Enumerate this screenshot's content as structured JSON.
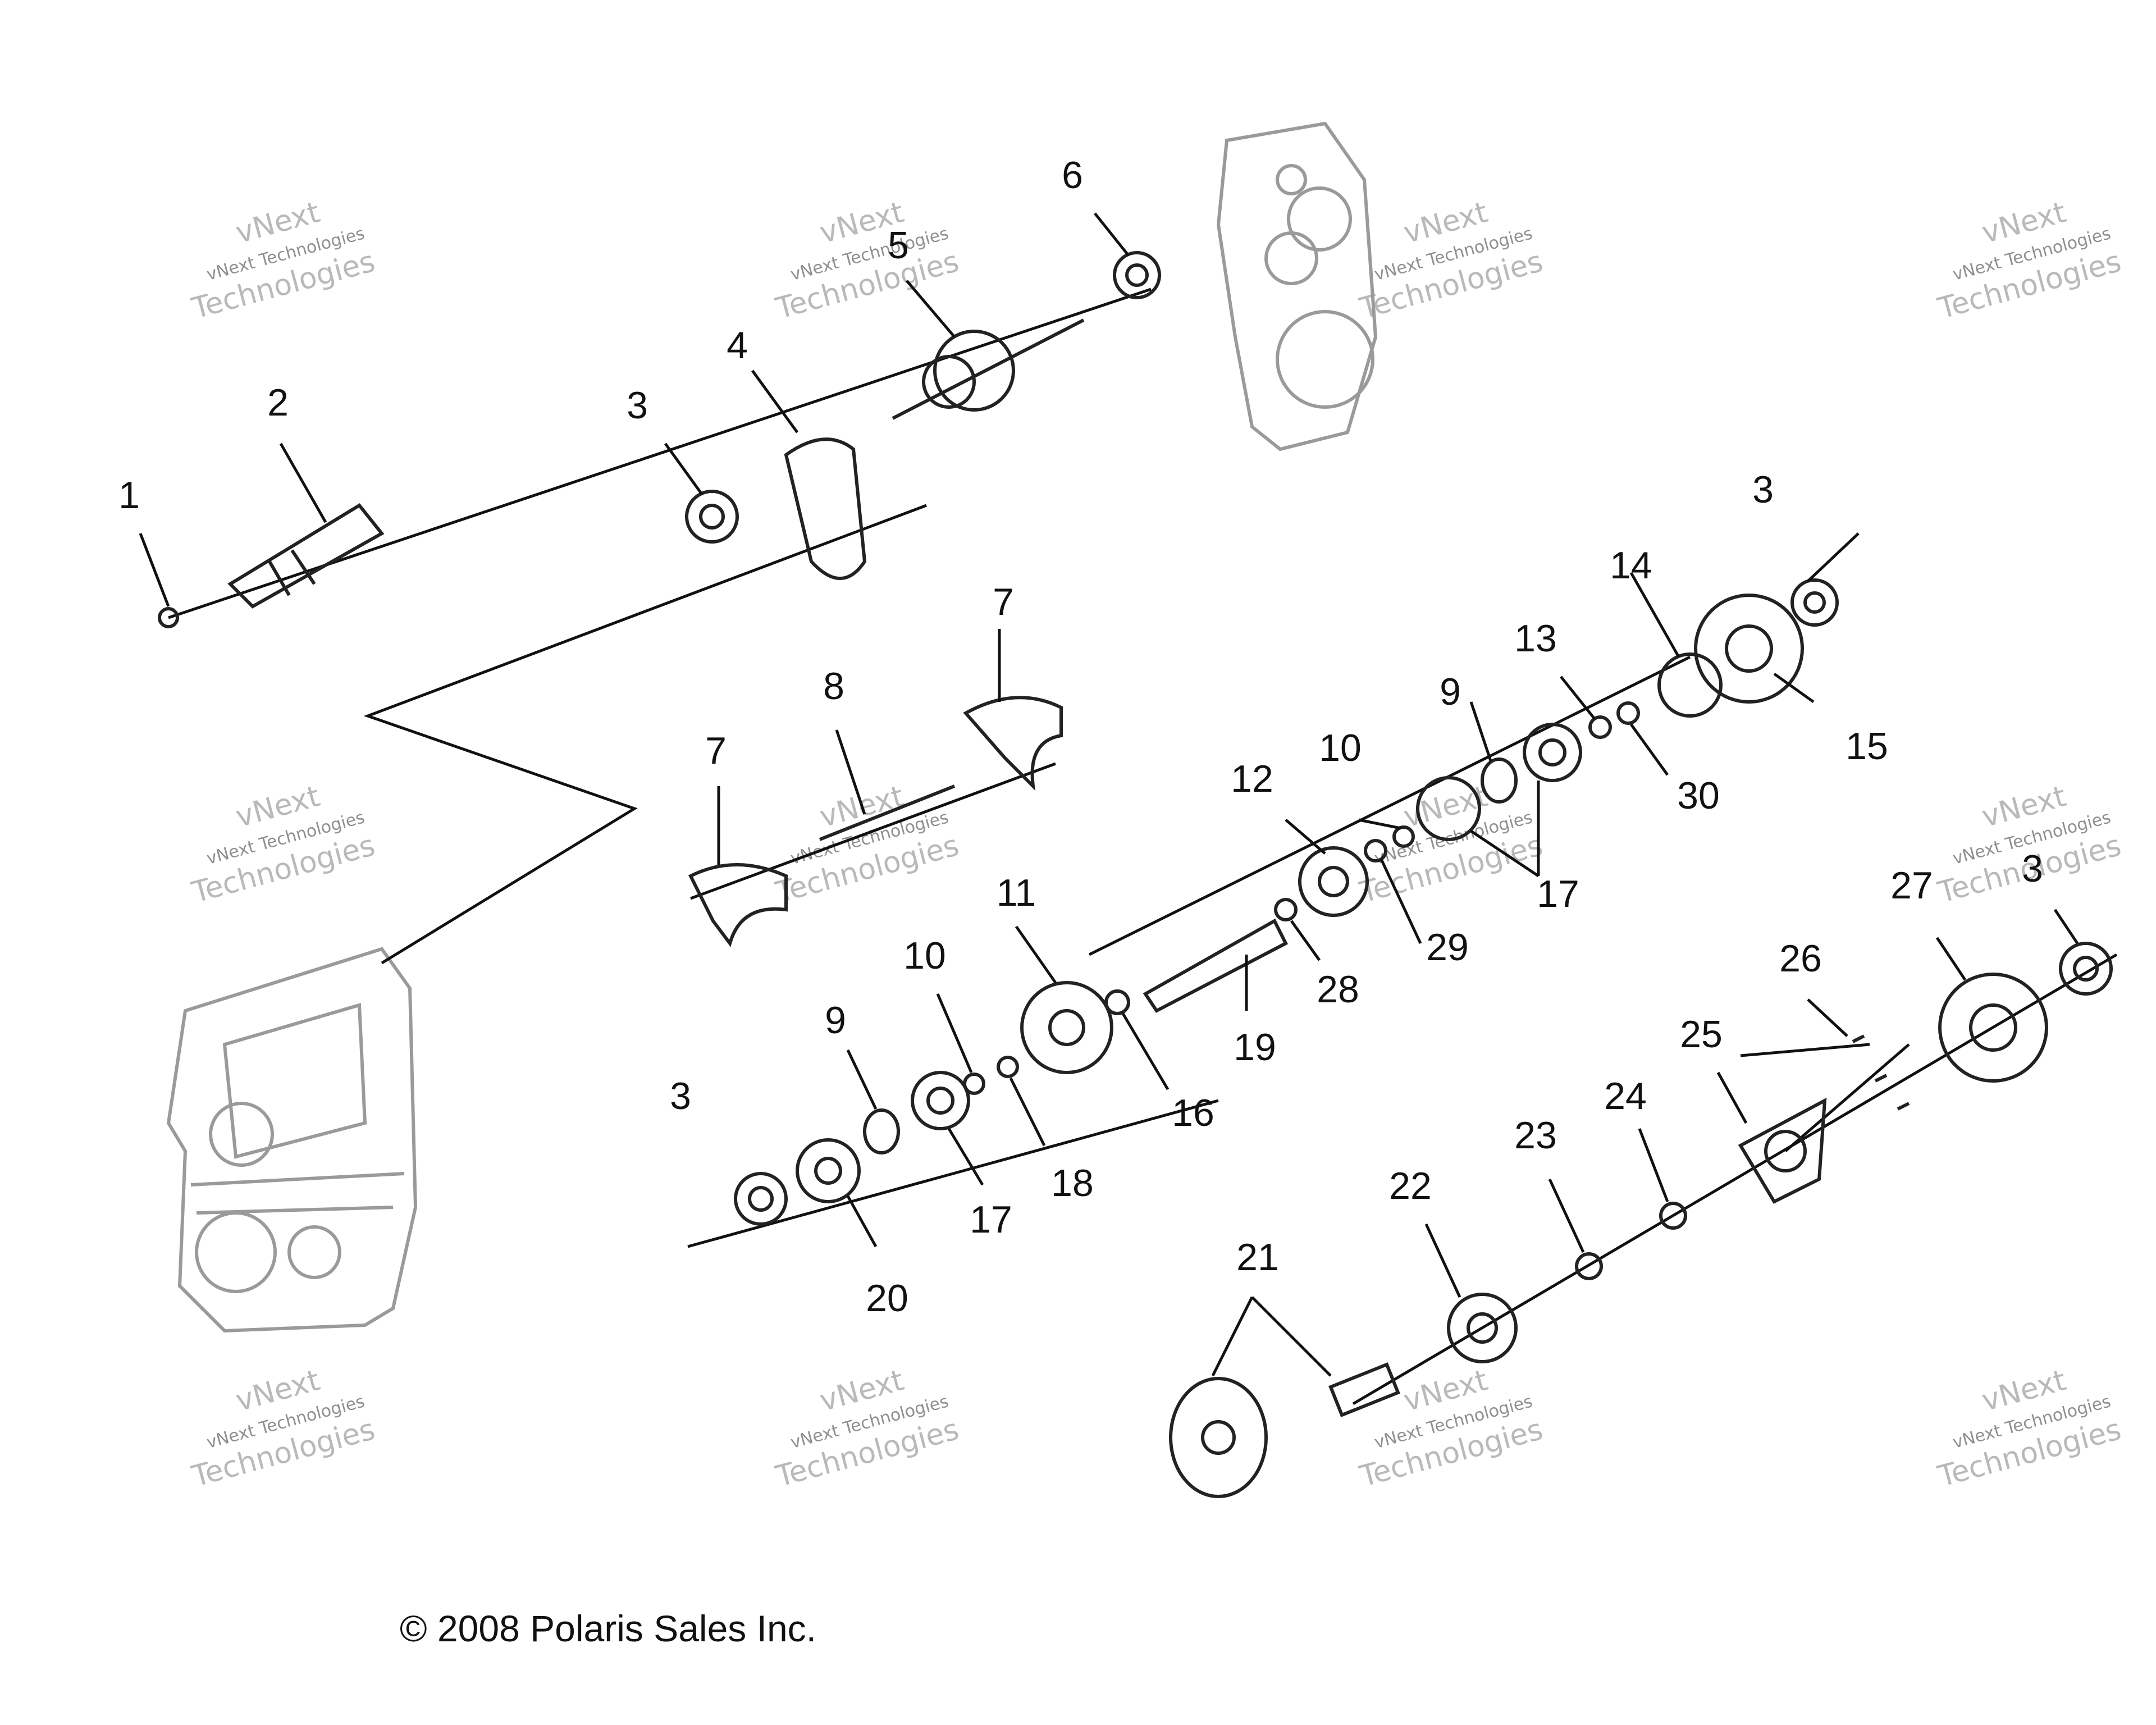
{
  "callouts": [
    "1",
    "2",
    "3",
    "4",
    "5",
    "6",
    "7",
    "8",
    "9",
    "10",
    "11",
    "12",
    "13",
    "14",
    "15",
    "16",
    "17",
    "18",
    "19",
    "20",
    "21",
    "22",
    "23",
    "24",
    "25",
    "26",
    "27",
    "28",
    "29",
    "30"
  ],
  "watermark": {
    "line1": "vNext",
    "line2": "vNext Technologies",
    "line3": "Technologies"
  },
  "copyright": "© 2008 Polaris Sales Inc.",
  "colors": {
    "line": "#111111",
    "ghost": "#9a9a9a",
    "watermark": "#b9b9b9"
  }
}
